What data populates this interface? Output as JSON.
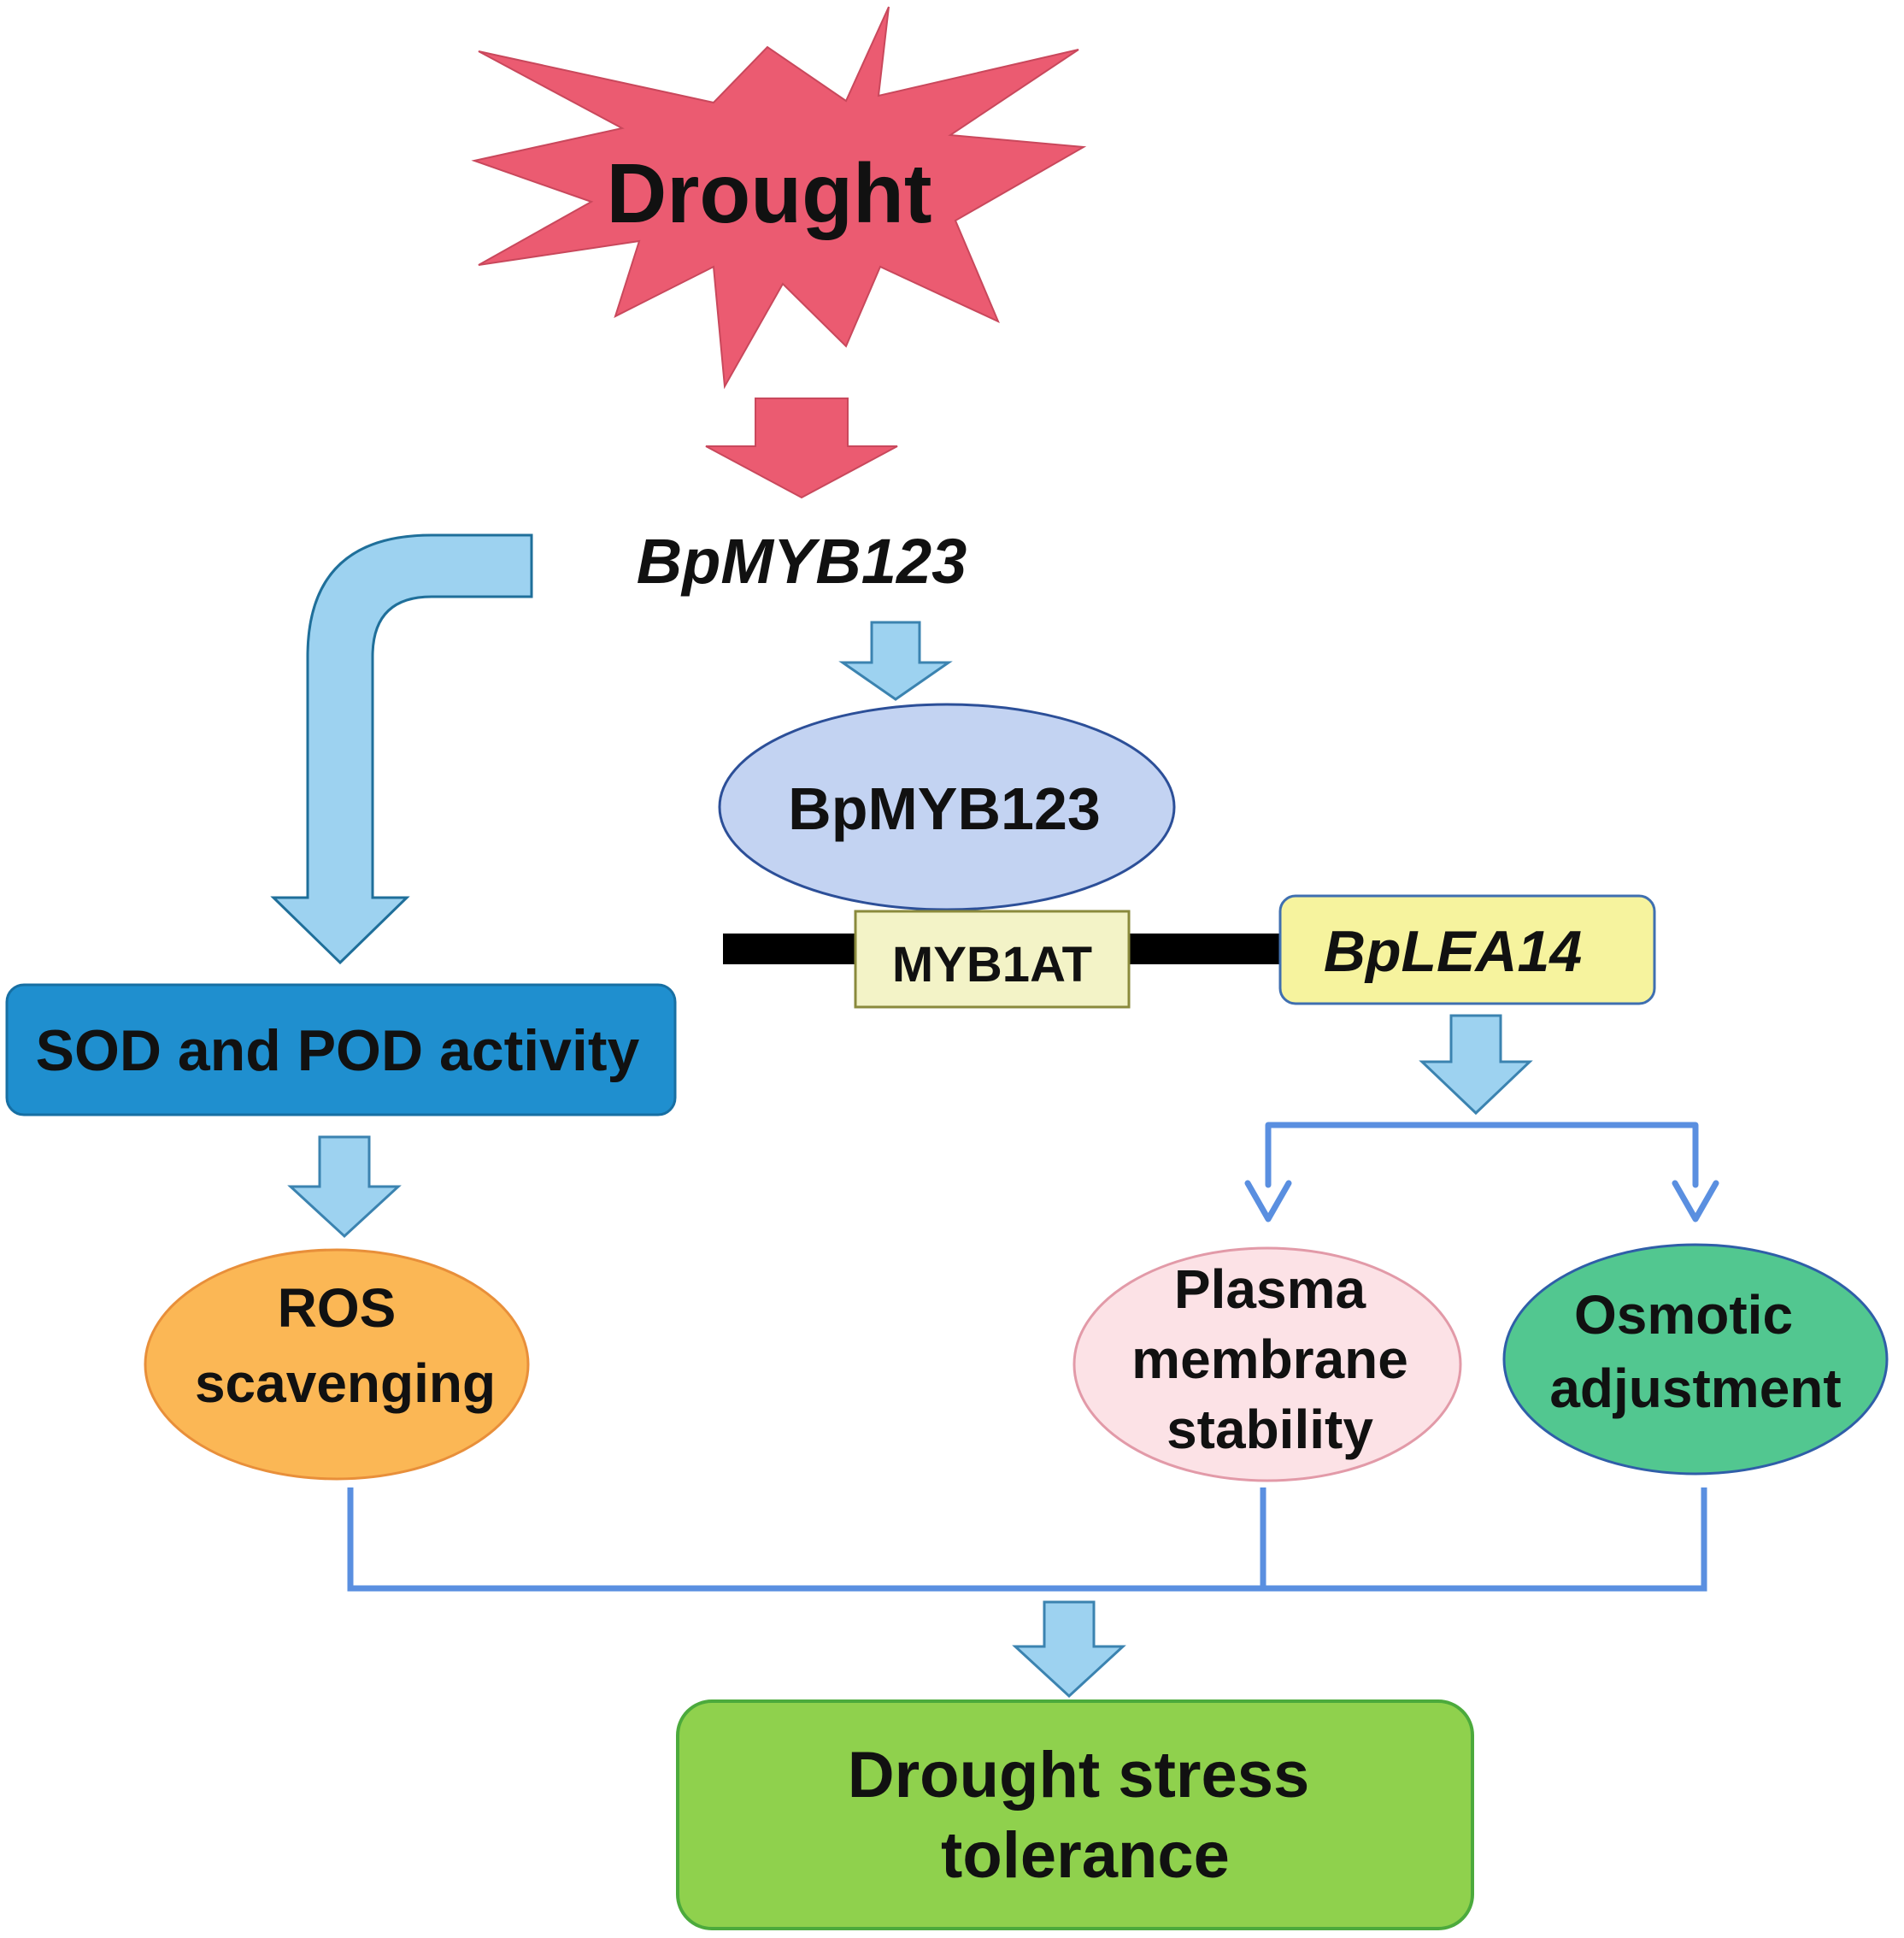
{
  "stress": {
    "label": "Drought",
    "color": "#eb5b71"
  },
  "gene": {
    "label": "BpMYB123"
  },
  "protein": {
    "label": "BpMYB123",
    "color": "#c3d3f2"
  },
  "motif": {
    "label": "MYB1AT",
    "color": "#f3f3c7"
  },
  "target_gene": {
    "label": "BpLEA14",
    "color": "#f6f39e"
  },
  "enzyme_activity": {
    "label": "SOD and POD activity",
    "color": "#1f8fcf"
  },
  "ros": {
    "line1": "ROS",
    "line2": "scavenging",
    "color": "#fbb755"
  },
  "membrane": {
    "line1": "Plasma",
    "line2": "membrane",
    "line3": "stability",
    "color": "#fce2e6"
  },
  "osmotic": {
    "line1": "Osmotic",
    "line2": "adjustment",
    "color": "#52c790"
  },
  "outcome": {
    "line1": "Drought stress",
    "line2": "tolerance",
    "color": "#8fd14d"
  },
  "arrow_color": "#9dd2f0",
  "connector_color": "#5a8fe0"
}
